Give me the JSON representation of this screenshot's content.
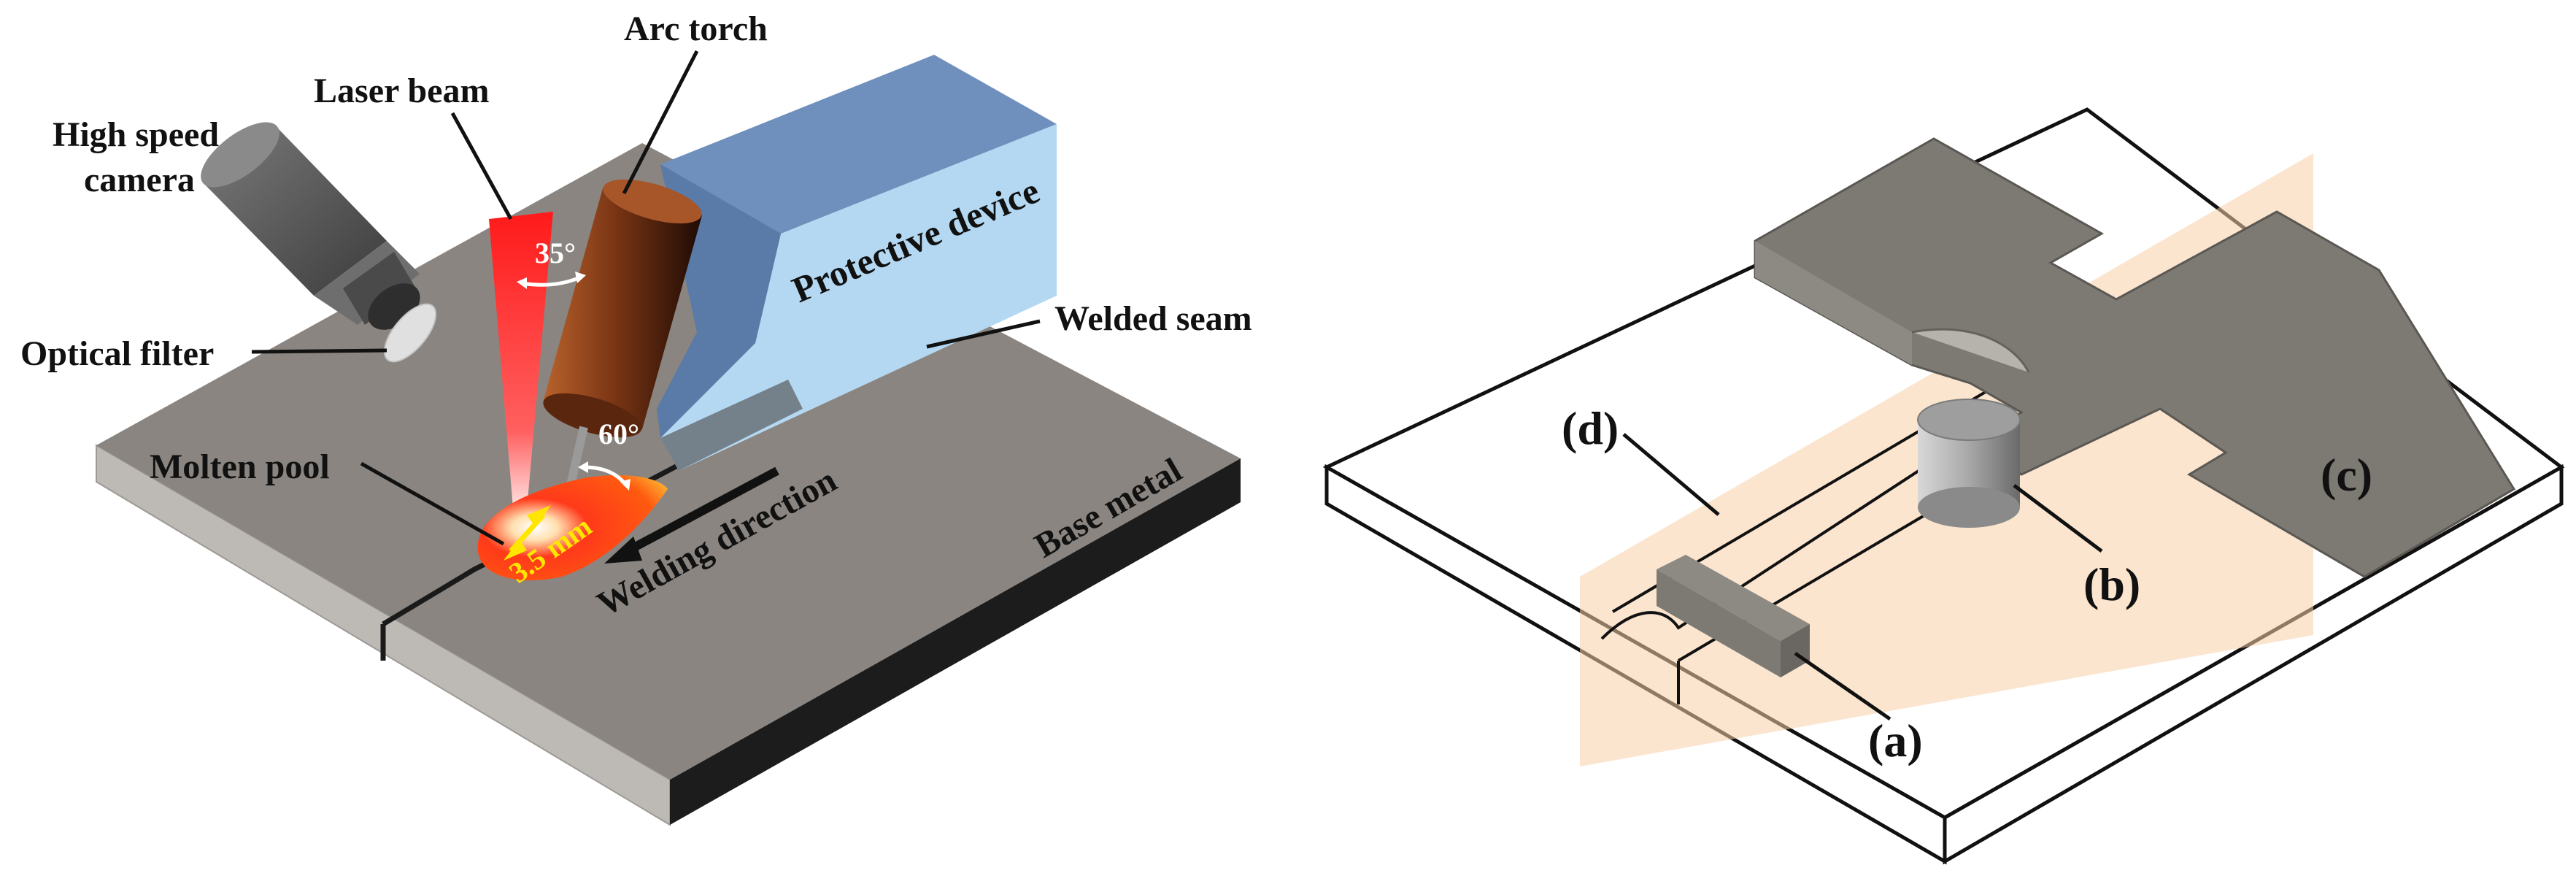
{
  "colors": {
    "plate_top": "#8a8580",
    "plate_side": "#bdb9b4",
    "plate_dark_edge": "#1c1c1c",
    "protective_front": "#b4d8f2",
    "protective_top": "#6f8fbd",
    "protective_side": "#5a7aa8",
    "torch_body": "#6b2f12",
    "laser_beam": "#ff2020",
    "molten_pool": "#ff3b00",
    "camera_body": "#5a5a5a",
    "specimen_fill": "#7d7a74",
    "section_plane": "#f7cfa8"
  },
  "welding_setup": {
    "labels": {
      "arc_torch": "Arc torch",
      "laser_beam": "Laser beam",
      "high_speed_camera_line1": "High speed",
      "high_speed_camera_line2": "camera",
      "optical_filter": "Optical filter",
      "protective_device": "Protective device",
      "welded_seam": "Welded seam",
      "molten_pool": "Molten pool",
      "welding_direction": "Welding direction",
      "base_metal": "Base metal",
      "angle_laser": "35°",
      "angle_torch": "60°",
      "distance": "3.5 mm"
    }
  },
  "specimen_layout": {
    "labels": {
      "a": "(a)",
      "b": "(b)",
      "c": "(c)",
      "d": "(d)"
    }
  }
}
